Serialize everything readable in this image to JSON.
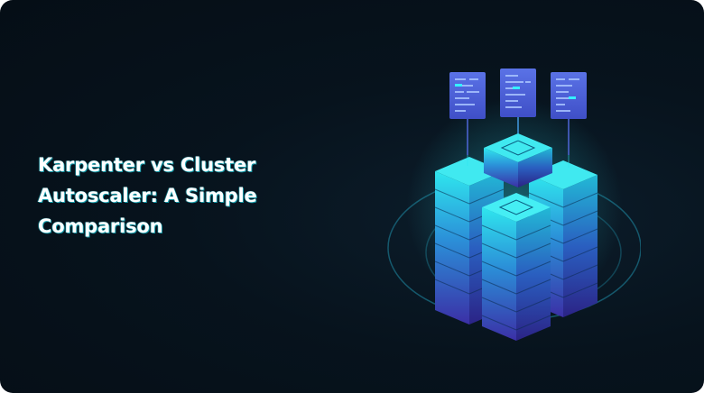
{
  "card": {
    "title_lines": [
      "Karpenter vs Cluster",
      "Autoscaler: A Simple",
      "Comparison"
    ]
  },
  "illustration": {
    "icon": "server-cluster-icon",
    "colors": {
      "background": "#07131d",
      "cyan": "#27e0ea",
      "blue": "#3a47c9",
      "violet": "#3b2f9e",
      "panel": "#5b6ee0"
    }
  }
}
